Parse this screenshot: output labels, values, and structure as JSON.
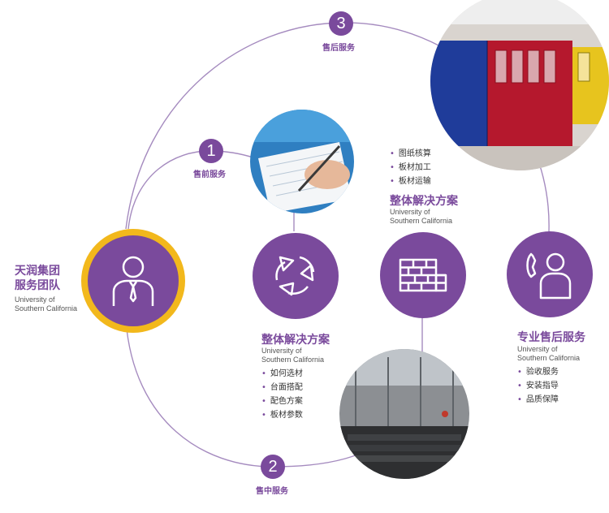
{
  "team": {
    "title_line1": "天润集团",
    "title_line2": "服务团队",
    "sub_line1": "University of",
    "sub_line2": "Southern California"
  },
  "stages": [
    {
      "number": "1",
      "label": "售前服务"
    },
    {
      "number": "2",
      "label": "售中服务"
    },
    {
      "number": "3",
      "label": "售后服务"
    }
  ],
  "solution_left": {
    "title": "整体解决方案",
    "sub_line1": "University of",
    "sub_line2": "Southern California",
    "items": [
      "如何选材",
      "台面搭配",
      "配色方案",
      "板材参数"
    ]
  },
  "solution_right": {
    "title": "整体解决方案",
    "sub_line1": "University of",
    "sub_line2": "Southern California",
    "items": [
      "图纸核算",
      "板材加工",
      "板材运输"
    ]
  },
  "after_sales": {
    "title": "专业售后服务",
    "sub_line1": "University of",
    "sub_line2": "Southern California",
    "items": [
      "验收服务",
      "安装指导",
      "品质保障"
    ]
  },
  "icons": {
    "team": "person-tie-icon",
    "cycle": "recycle-arrows-icon",
    "bricks": "brick-wall-icon",
    "support": "phone-person-icon"
  },
  "colors": {
    "purple": "#7a4a9c",
    "gold": "#f2b81c",
    "line": "#a58bbf"
  }
}
